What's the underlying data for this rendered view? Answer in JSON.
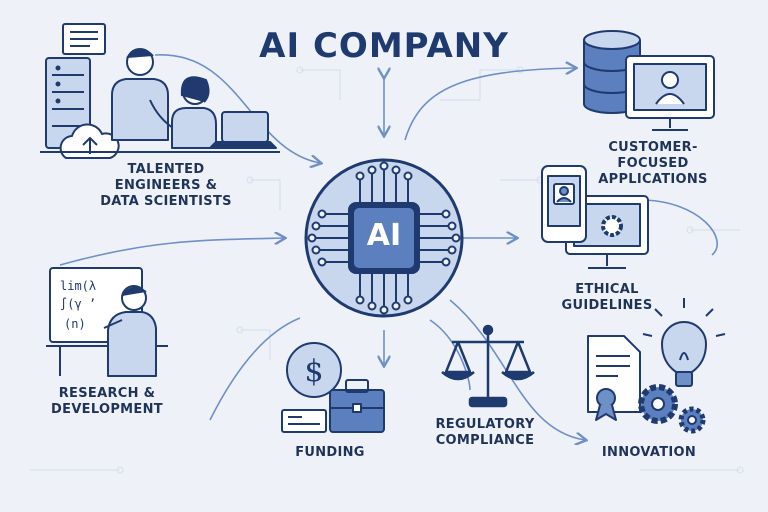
{
  "title": "AI COMPANY",
  "center": {
    "text": "AI"
  },
  "nodes": {
    "engineers": {
      "lines": [
        "TALENTED",
        "ENGINEERS &",
        "DATA SCIENTISTS"
      ]
    },
    "research": {
      "lines": [
        "RESEARCH &",
        "DEVELOPMENT"
      ]
    },
    "funding": {
      "lines": [
        "FUNDING"
      ]
    },
    "regulatory": {
      "lines": [
        "REGULATORY",
        "COMPLIANCE"
      ]
    },
    "innovation": {
      "lines": [
        "INNOVATION"
      ]
    },
    "customer": {
      "lines": [
        "CUSTOMER-",
        "FOCUSED",
        "APPLICATIONS"
      ]
    },
    "ethical": {
      "lines": [
        "ETHICAL",
        "GUIDELINES"
      ]
    }
  },
  "whiteboard": {
    "lines": [
      "lim(λ",
      "∫(γ ʼ",
      "(n)"
    ]
  },
  "funding_symbol": "$",
  "colors": {
    "primary": "#1f3a6e",
    "accent": "#6f8fc7",
    "light": "#c9d7ee",
    "background": "#eef2f8"
  },
  "icons": [
    "server-icon",
    "cloud-upload-icon",
    "document-icon",
    "laptop-icon",
    "whiteboard-icon",
    "coin-icon",
    "briefcase-icon",
    "scale-icon",
    "certificate-icon",
    "lightbulb-icon",
    "gear-icon",
    "database-icon",
    "monitor-profile-icon",
    "phone-profile-icon",
    "monitor-gear-icon",
    "ai-chip-icon"
  ]
}
